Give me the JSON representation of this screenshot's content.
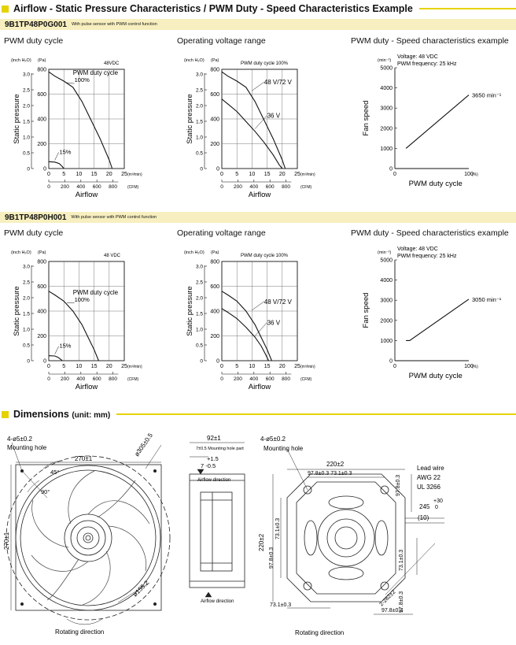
{
  "headers": {
    "airflow": "Airflow - Static Pressure Characteristics / PWM Duty - Speed Characteristics Example",
    "dimensions": "Dimensions",
    "dimensions_unit": "(unit: mm)"
  },
  "models": [
    {
      "code": "9B1TP48P0G001",
      "desc": "With pulse sensor with PWM control function"
    },
    {
      "code": "9B1TP48P0H001",
      "desc": "With pulse sensor with PWM control function"
    }
  ],
  "chart_titles": {
    "pwm": "PWM duty cycle",
    "voltage": "Operating voltage range",
    "speed": "PWM duty - Speed characteristics example"
  },
  "axis_labels": {
    "static_pressure": "Static pressure",
    "airflow": "Airflow",
    "fan_speed": "Fan speed",
    "pwm_duty": "PWM duty cycle",
    "inch_unit": "(inch H₂O)",
    "pa_unit": "(Pa)",
    "m3_unit": "(m³/min)",
    "cfm_unit": "(CFM)",
    "min_unit": "(min⁻¹)",
    "pct_unit": "(%)"
  },
  "chart_data": [
    {
      "type": "line",
      "title": "PWM duty cycle",
      "xlabel": "Airflow",
      "ylabel": "Static pressure",
      "annotation_top": "48VDC",
      "xlim": [
        0,
        25
      ],
      "ylim": [
        0,
        800
      ],
      "x_ticks": [
        0,
        5,
        10,
        15,
        20,
        25
      ],
      "x2_ticks": [
        0,
        200,
        400,
        600,
        800
      ],
      "y_ticks": [
        0,
        200,
        400,
        600,
        800
      ],
      "y2_ticks": [
        "0",
        "0.5",
        "1.0",
        "1.5",
        "2.0",
        "2.5",
        "3.0"
      ],
      "series": [
        {
          "name": "100%",
          "points": [
            [
              0,
              780
            ],
            [
              2,
              745
            ],
            [
              5,
              705
            ],
            [
              8,
              655
            ],
            [
              11,
              540
            ],
            [
              14,
              390
            ],
            [
              17,
              240
            ],
            [
              20,
              70
            ],
            [
              21,
              0
            ]
          ]
        },
        {
          "name": "15%",
          "points": [
            [
              0,
              55
            ],
            [
              2,
              52
            ],
            [
              3.5,
              40
            ],
            [
              4.5,
              15
            ],
            [
              5,
              0
            ]
          ]
        }
      ],
      "labels": [
        "PWM duty cycle",
        "100%",
        "15%"
      ]
    },
    {
      "type": "line",
      "title": "Operating voltage range",
      "xlabel": "Airflow",
      "ylabel": "Static pressure",
      "annotation_top": "PWM duty cycle 100%",
      "xlim": [
        0,
        25
      ],
      "ylim": [
        0,
        800
      ],
      "x_ticks": [
        0,
        5,
        10,
        15,
        20,
        25
      ],
      "x2_ticks": [
        0,
        200,
        400,
        600,
        800
      ],
      "y_ticks": [
        0,
        200,
        400,
        600,
        800
      ],
      "y2_ticks": [
        "0",
        "0.5",
        "1.0",
        "1.5",
        "2.0",
        "2.5",
        "3.0"
      ],
      "series": [
        {
          "name": "48 V/72 V",
          "points": [
            [
              0,
              780
            ],
            [
              2,
              745
            ],
            [
              5,
              705
            ],
            [
              8,
              655
            ],
            [
              11,
              540
            ],
            [
              14,
              390
            ],
            [
              17,
              240
            ],
            [
              20,
              70
            ],
            [
              21,
              0
            ]
          ]
        },
        {
          "name": "36 V",
          "points": [
            [
              0,
              560
            ],
            [
              2,
              520
            ],
            [
              5,
              460
            ],
            [
              8,
              380
            ],
            [
              11,
              300
            ],
            [
              14,
              210
            ],
            [
              17,
              110
            ],
            [
              19,
              30
            ],
            [
              20,
              0
            ]
          ]
        }
      ],
      "labels": [
        "48 V/72 V",
        "36 V"
      ]
    },
    {
      "type": "line",
      "title": "PWM duty - Speed characteristics example",
      "xlabel": "PWM duty cycle",
      "ylabel": "Fan speed",
      "annotations": [
        "Voltage: 48 VDC",
        "PWM frequency: 25 kHz"
      ],
      "xlim": [
        0,
        100
      ],
      "ylim": [
        0,
        5000
      ],
      "y_ticks": [
        0,
        1000,
        2000,
        3000,
        4000,
        5000
      ],
      "x_ticks": [
        0,
        100
      ],
      "series": [
        {
          "name": "",
          "points": [
            [
              15,
              1000
            ],
            [
              100,
              3650
            ]
          ]
        }
      ],
      "end_label": "3650 min⁻¹"
    },
    {
      "type": "line",
      "title": "PWM duty cycle",
      "xlabel": "Airflow",
      "ylabel": "Static pressure",
      "annotation_top": "48 VDC",
      "xlim": [
        0,
        25
      ],
      "ylim": [
        0,
        800
      ],
      "x_ticks": [
        0,
        5,
        10,
        15,
        20,
        25
      ],
      "x2_ticks": [
        0,
        200,
        400,
        600,
        800
      ],
      "y_ticks": [
        0,
        200,
        400,
        600,
        800
      ],
      "y2_ticks": [
        "0",
        "0.5",
        "1.0",
        "1.5",
        "2.0",
        "2.5",
        "3.0"
      ],
      "series": [
        {
          "name": "100%",
          "points": [
            [
              0,
              560
            ],
            [
              2,
              530
            ],
            [
              5,
              480
            ],
            [
              8,
              400
            ],
            [
              11,
              290
            ],
            [
              13,
              190
            ],
            [
              15,
              90
            ],
            [
              16.5,
              0
            ]
          ]
        },
        {
          "name": "15%",
          "points": [
            [
              0,
              40
            ],
            [
              2,
              38
            ],
            [
              3,
              28
            ],
            [
              4,
              10
            ],
            [
              4.5,
              0
            ]
          ]
        }
      ],
      "labels": [
        "PWM duty cycle",
        "100%",
        "15%"
      ]
    },
    {
      "type": "line",
      "title": "Operating voltage range",
      "xlabel": "Airflow",
      "ylabel": "Static pressure",
      "annotation_top": "PWM duty cycle 100%",
      "xlim": [
        0,
        25
      ],
      "ylim": [
        0,
        800
      ],
      "x_ticks": [
        0,
        5,
        10,
        15,
        20,
        25
      ],
      "x2_ticks": [
        0,
        200,
        400,
        600,
        800
      ],
      "y_ticks": [
        0,
        200,
        400,
        600,
        800
      ],
      "y2_ticks": [
        "0",
        "0.5",
        "1.0",
        "1.5",
        "2.0",
        "2.5",
        "3.0"
      ],
      "series": [
        {
          "name": "48 V/72 V",
          "points": [
            [
              0,
              560
            ],
            [
              2,
              530
            ],
            [
              5,
              480
            ],
            [
              8,
              400
            ],
            [
              11,
              290
            ],
            [
              13,
              190
            ],
            [
              15,
              90
            ],
            [
              16.5,
              0
            ]
          ]
        },
        {
          "name": "36 V",
          "points": [
            [
              0,
              420
            ],
            [
              2,
              390
            ],
            [
              5,
              340
            ],
            [
              8,
              270
            ],
            [
              11,
              190
            ],
            [
              13,
              120
            ],
            [
              14.5,
              50
            ],
            [
              15.5,
              0
            ]
          ]
        }
      ],
      "labels": [
        "48 V/72 V",
        "36 V"
      ]
    },
    {
      "type": "line",
      "title": "PWM duty - Speed characteristics example",
      "xlabel": "PWM duty cycle",
      "ylabel": "Fan speed",
      "annotations": [
        "Voltage: 48 VDC",
        "PWM frequency: 25 kHz"
      ],
      "xlim": [
        0,
        100
      ],
      "ylim": [
        0,
        5000
      ],
      "y_ticks": [
        0,
        1000,
        2000,
        3000,
        4000,
        5000
      ],
      "x_ticks": [
        0,
        100
      ],
      "series": [
        {
          "name": "",
          "points": [
            [
              15,
              1000
            ],
            [
              20,
              1000
            ],
            [
              100,
              3050
            ]
          ]
        }
      ],
      "end_label": "3050 min⁻¹"
    }
  ],
  "dimensions": {
    "front": {
      "mount_hole": "4-ø5±0.2",
      "mount_label": "Mounting hole",
      "width": "270±1",
      "height": "270±1",
      "angle45": "45°",
      "angle90": "90°",
      "diam305": "ø305±0.5",
      "diam155": "ø155.2",
      "rotating": "Rotating direction"
    },
    "side": {
      "depth": "92±1",
      "mount_part": "7±0.5 Mounting hole part",
      "tol_plus": "+1.5",
      "tol_main": "7  -0.5",
      "airflow1": "Airflow direction",
      "airflow2": "Airflow direction"
    },
    "back": {
      "mount_hole": "4-ø5±0.2",
      "mount_label": "Mounting hole",
      "d220": "220±2",
      "d978": "97.8±0.3",
      "d731": "73.1±0.3",
      "d220v": "220±2",
      "d2822": "2-282±2",
      "lead_wire": "Lead wire",
      "awg": "AWG 22",
      "ul": "UL 3266",
      "len_plus": "+30",
      "len_main": "245",
      "len_minus": "0",
      "len_paren": "(10)",
      "rotating": "Rotating direction"
    }
  }
}
